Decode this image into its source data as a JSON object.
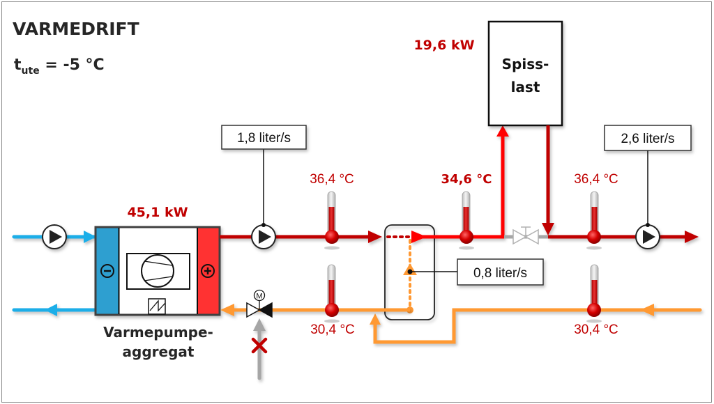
{
  "title": "VARMEDRIFT",
  "outdoor_temp": {
    "symbol": "t",
    "subscript": "ute",
    "value_text": " = -5 °C"
  },
  "heat_pump": {
    "power": "45,1 kW",
    "label_line1": "Varmepumpe-",
    "label_line2": "aggregat",
    "cold_side_symbol": "−",
    "hot_side_symbol": "+"
  },
  "peak_load": {
    "power": "19,6 kW",
    "label_line1": "Spiss-",
    "label_line2": "last"
  },
  "flows": {
    "hp_circuit": "1,8 liter/s",
    "consumer_circuit": "2,6 liter/s",
    "bypass": "0,8 liter/s"
  },
  "temperatures": {
    "hp_supply": "36,4 °C",
    "after_mix": "34,6 °C",
    "consumer_supply": "36,4 °C",
    "hp_return": "30,4 °C",
    "consumer_return": "30,4 °C"
  },
  "colors": {
    "hot_pipe": "#c00000",
    "mixed_pipe": "#ff0000",
    "return_pipe": "#ff9933",
    "brine_pipe": "#1aaee8",
    "inactive_pipe": "#a6a6a6",
    "cold_side": "#2e9fd0",
    "hot_side": "#ff3333",
    "text_red": "#c00000"
  }
}
